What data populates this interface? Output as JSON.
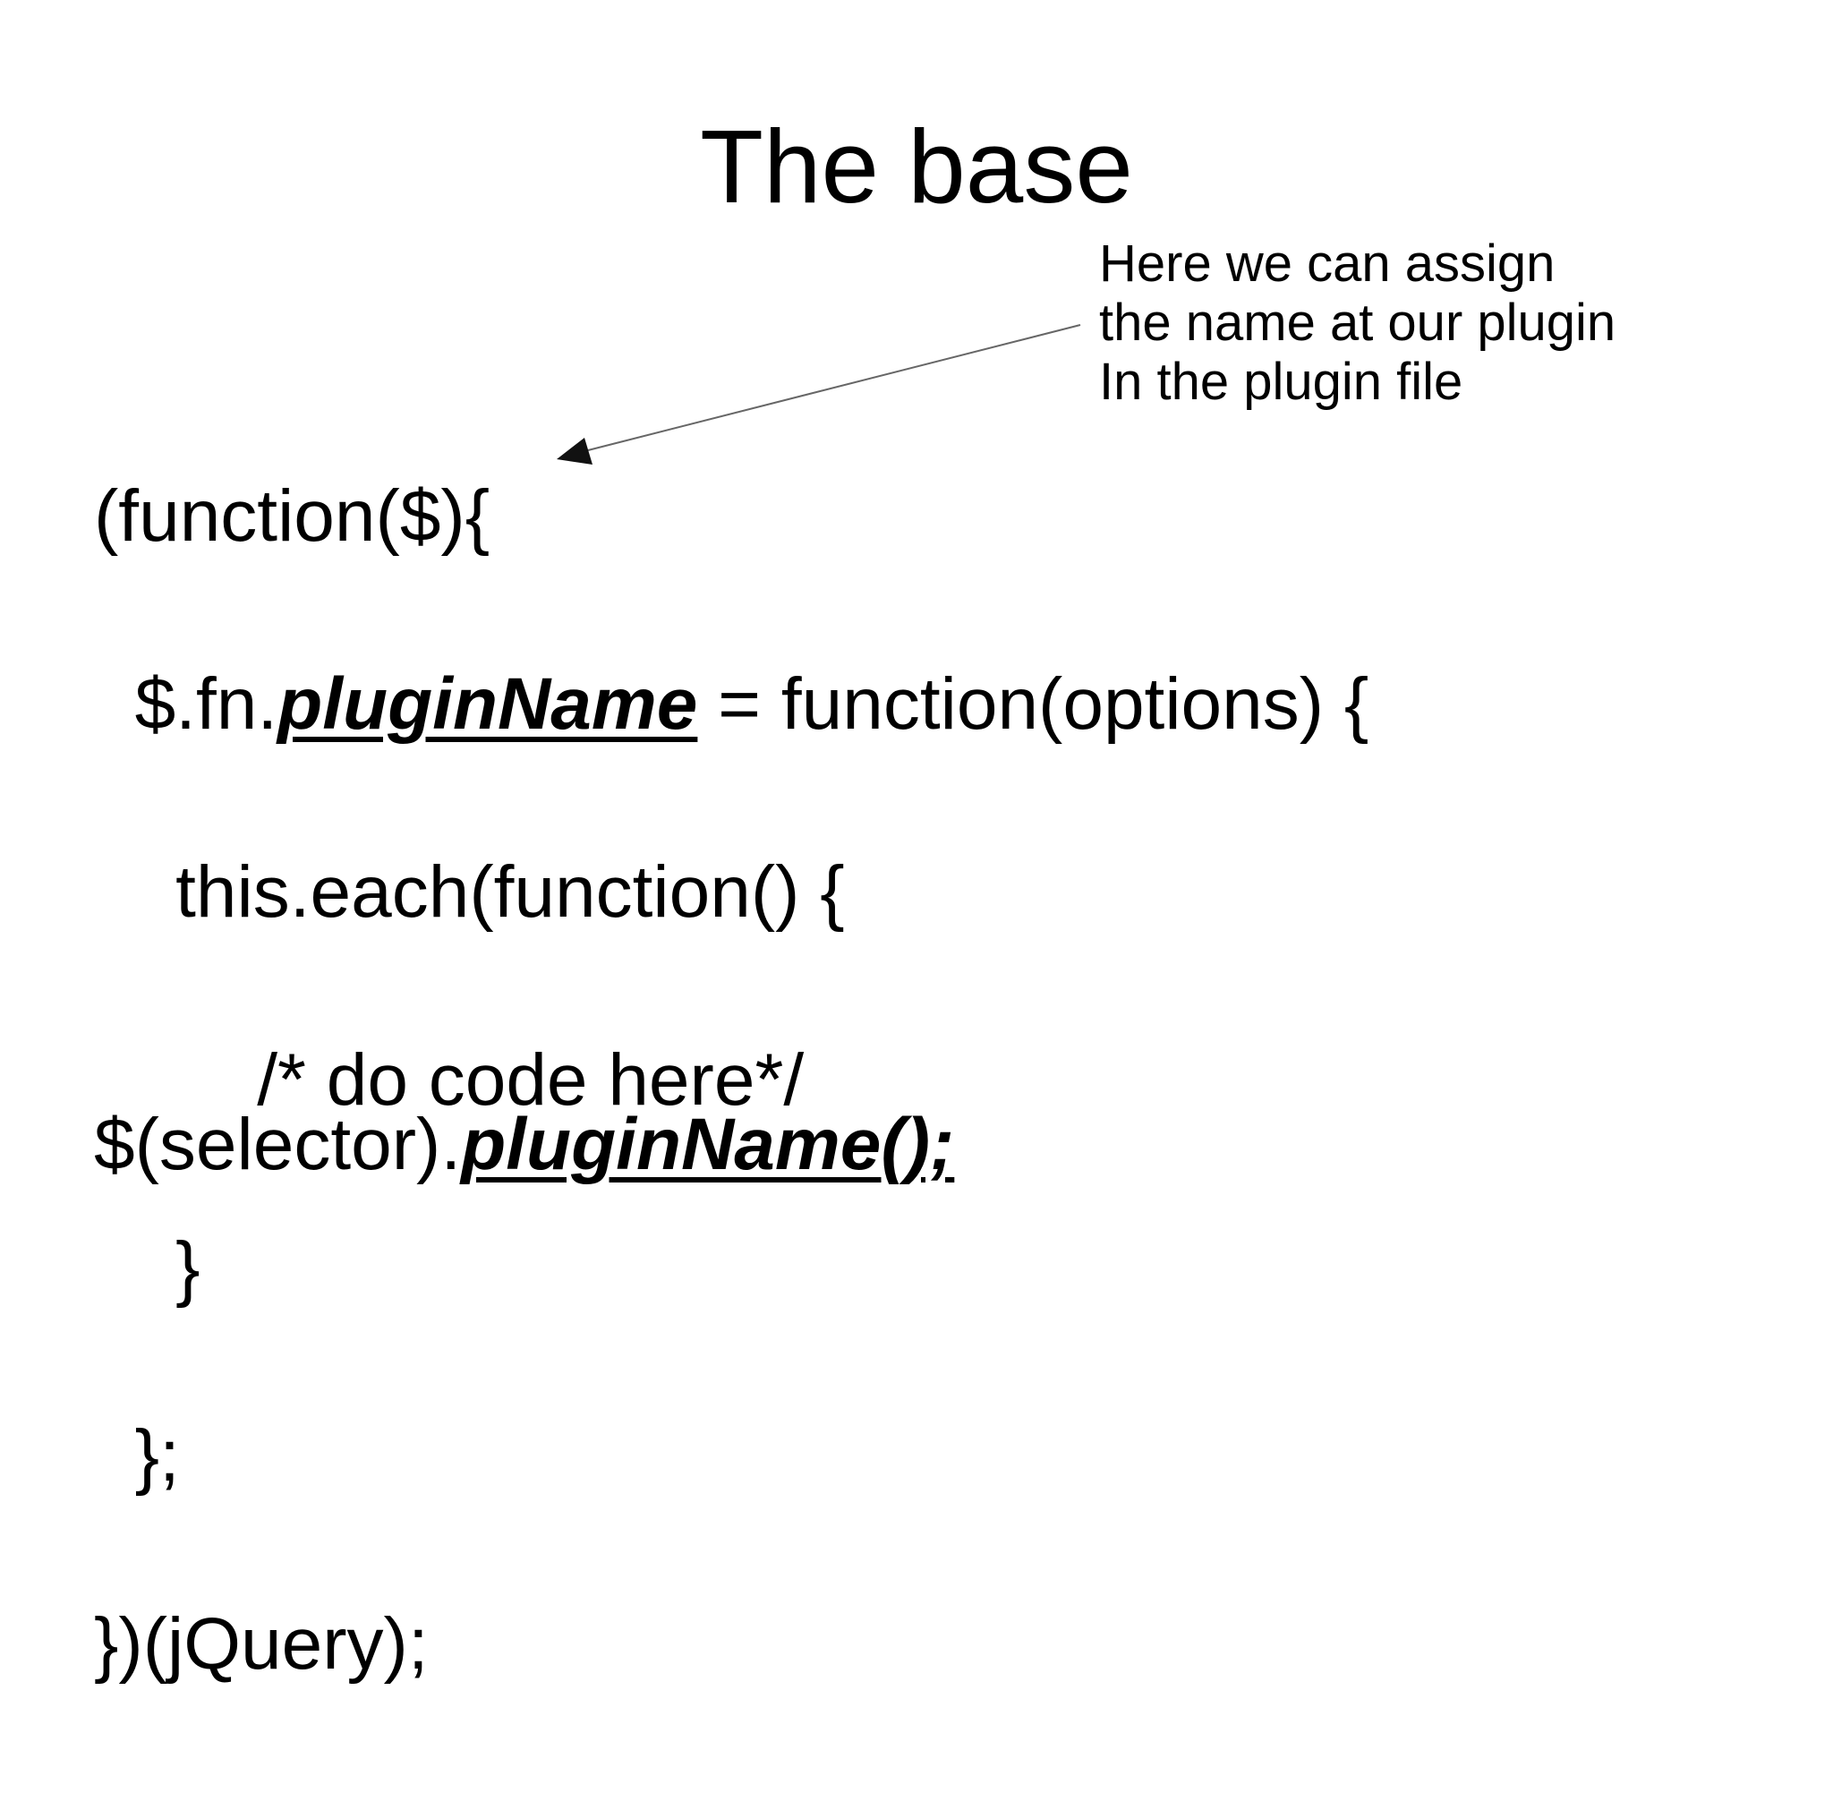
{
  "slide": {
    "title": "The base",
    "annotation": {
      "line1": "Here we can assign",
      "line2": "the name at our plugin",
      "line3": "In the plugin file"
    },
    "code": {
      "line1": "(function($){",
      "line2_pre": "  $.fn.",
      "line2_emph": "pluginName",
      "line2_post": " = function(options) {",
      "line3": "    this.each(function() {",
      "line4": "        /* do code here*/",
      "line5": "    }",
      "line6": "  };",
      "line7": "})(jQuery);"
    },
    "usage": {
      "pre": "$(selector).",
      "emph": "pluginName();"
    },
    "colors": {
      "background": "#ffffff",
      "text": "#000000",
      "leader_line": "#666666",
      "arrowhead": "#111111"
    }
  }
}
